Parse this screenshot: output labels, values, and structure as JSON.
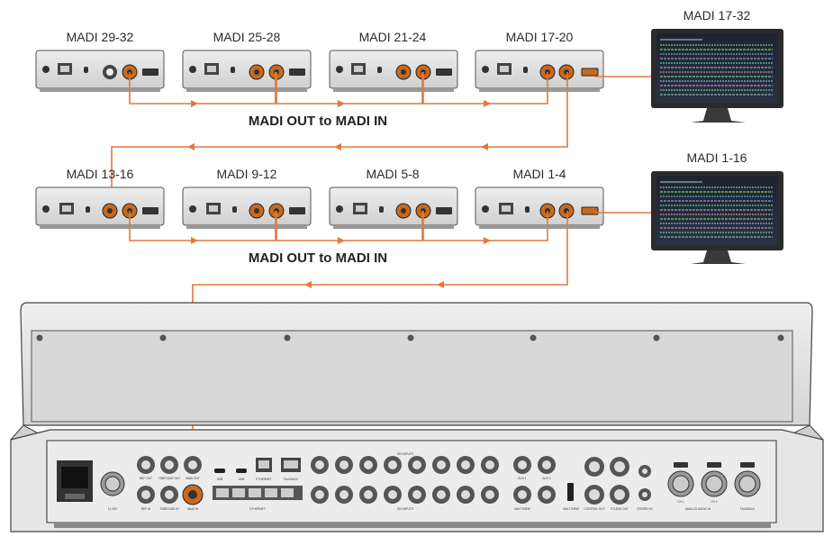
{
  "row1_units": [
    {
      "label": "MADI 29-32"
    },
    {
      "label": "MADI 25-28"
    },
    {
      "label": "MADI 21-24"
    },
    {
      "label": "MADI 17-20"
    }
  ],
  "row2_units": [
    {
      "label": "MADI  13-16"
    },
    {
      "label": "MADI 9-12"
    },
    {
      "label": "MADI 5-8"
    },
    {
      "label": "MADI 1-4"
    }
  ],
  "monitors": [
    {
      "label": "MADI 17-32"
    },
    {
      "label": "MADI 1-16"
    }
  ],
  "flow_label_1": "MADI OUT to MADI IN",
  "flow_label_2": "MADI OUT to MADI IN",
  "colors": {
    "cable": "#e07a3c",
    "unit_body": "#d9d9d9",
    "connector": "#c8691f",
    "console_body": "#e4e4e4"
  },
  "console_panel_labels": [
    "12-30V",
    "REF OUT",
    "TIMECODE OUT",
    "MADI OUT",
    "REF IN",
    "TIMECODE IN",
    "MADI IN",
    "USB",
    "USB",
    "ETHERNET",
    "ETHERNET",
    "TALKBACK",
    "SDI INPUTS",
    "SDI INPUTS",
    "AUX 1",
    "AUX 2",
    "MULTIVIEW",
    "MULTIVIEW",
    "CONTROL OUT",
    "STUDIO OUT",
    "STEREO IN",
    "CH 1",
    "CH 2",
    "ANALOG AUDIO IN",
    "TALKBACK"
  ]
}
